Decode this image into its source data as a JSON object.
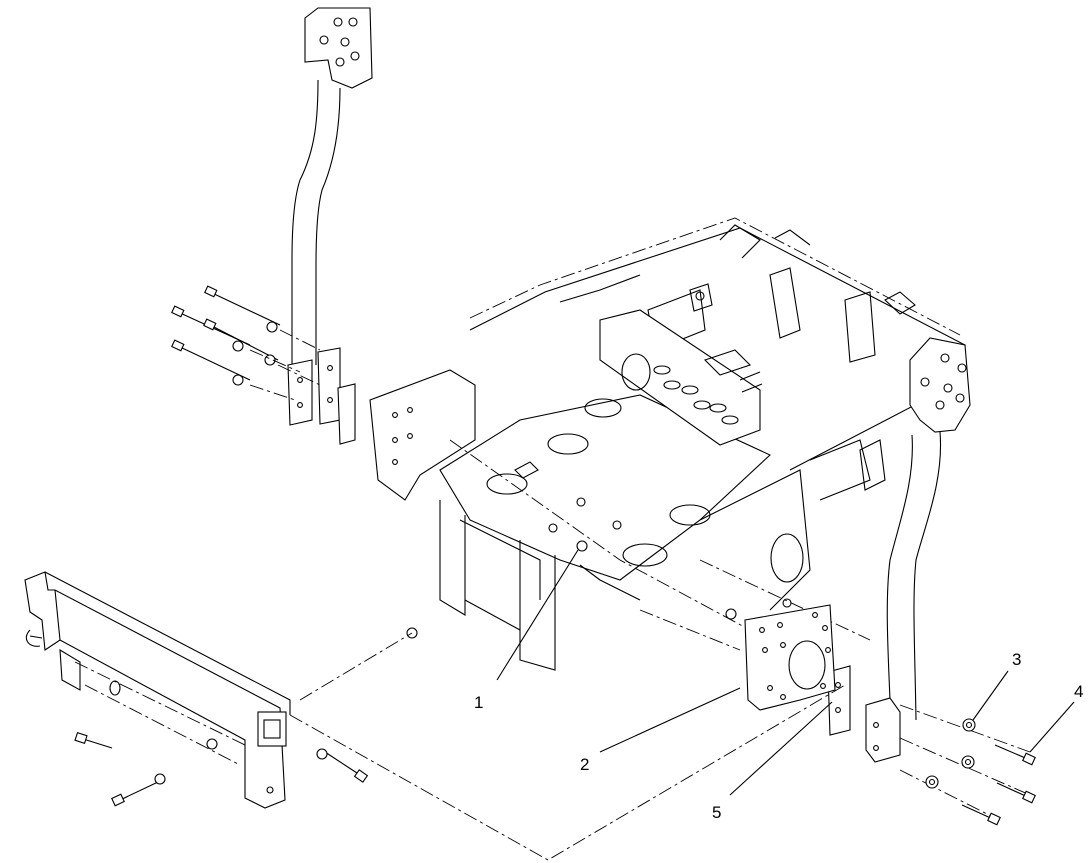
{
  "callouts": [
    {
      "id": "c1",
      "text": "1"
    },
    {
      "id": "c2",
      "text": "2"
    },
    {
      "id": "c3",
      "text": "3"
    },
    {
      "id": "c4",
      "text": "4"
    },
    {
      "id": "c5",
      "text": "5"
    }
  ]
}
